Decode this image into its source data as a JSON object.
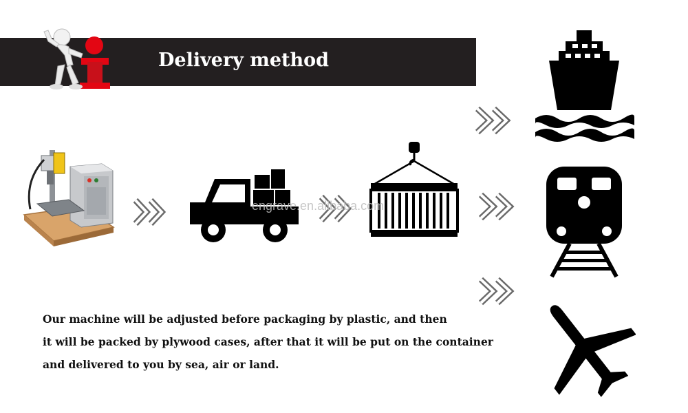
{
  "header": {
    "title": "Delivery method",
    "info_icon": "info-icon",
    "colors": {
      "banner": "#231f20",
      "accent_red": "#e30613"
    }
  },
  "watermark": "engrave.en.alibaba.com",
  "flow": {
    "icons": [
      "laser-marking-machine",
      "truck-icon",
      "container-icon",
      "ship-icon",
      "train-icon",
      "airplane-icon"
    ],
    "arrow_icon": "double-chevron-icon"
  },
  "description": {
    "lines": [
      "Our machine will be adjusted before packaging by plastic, and then",
      "it will be packed by plywood cases, after that it will be put on the container",
      "and delivered to you by sea, air or land."
    ]
  }
}
